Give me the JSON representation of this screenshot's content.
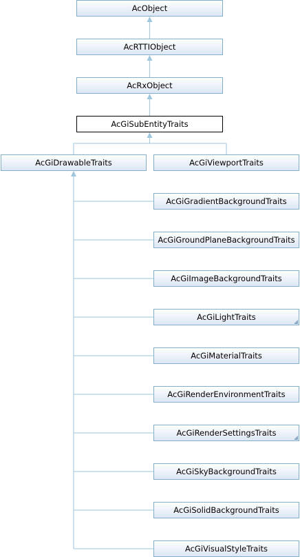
{
  "diagram": {
    "colors": {
      "edge": "#9ec6de",
      "node_border": "#84b0c7",
      "current_border": "#000000"
    },
    "nodes": {
      "acobject": "AcObject",
      "acrttiobject": "AcRTTIObject",
      "acrxobject": "AcRxObject",
      "acgisubentitytraits": "AcGiSubEntityTraits",
      "acgidrawabletraits": "AcGiDrawableTraits",
      "acgiviewporttraits": "AcGiViewportTraits",
      "acgigradientbackgroundtraits": "AcGiGradientBackgroundTraits",
      "acgigroundplanebackgroundtraits": "AcGiGroundPlaneBackgroundTraits",
      "acgiimagebackgroundtraits": "AcGiImageBackgroundTraits",
      "acgilighttraits": "AcGiLightTraits",
      "acgimaterialtraits": "AcGiMaterialTraits",
      "acgirenderenvironmenttraits": "AcGiRenderEnvironmentTraits",
      "acgirendersettingstraits": "AcGiRenderSettingsTraits",
      "acgiskybackgroundtraits": "AcGiSkyBackgroundTraits",
      "acgisolidbackgroundtraits": "AcGiSolidBackgroundTraits",
      "acgivisualstyletraits": "AcGiVisualStyleTraits"
    }
  }
}
